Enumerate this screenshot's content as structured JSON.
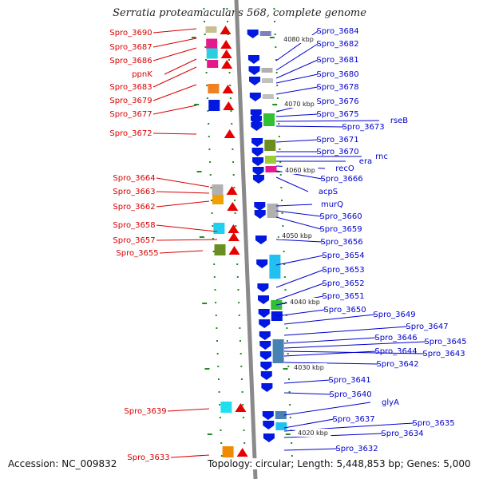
{
  "title": "Serratia proteamaculans 568, complete genome",
  "footer": {
    "accession": "Accession: NC_009832",
    "topology": "Topology: circular; Length: 5,448,853 bp; Genes: 5,000"
  },
  "colors": {
    "backbone": "#8a8a8a",
    "forward_strand": "#e80000",
    "reverse_strand": "#0018e0",
    "left_label": "#d80000",
    "right_label": "#0000cc",
    "tick": "#228b22"
  },
  "kbp_markers": [
    "4080 kbp",
    "4070 kbp",
    "4060 kbp",
    "4050 kbp",
    "4040 kbp",
    "4030 kbp",
    "4020 kbp"
  ],
  "left_genes": [
    "Spro_3690",
    "Spro_3687",
    "Spro_3686",
    "ppnK",
    "Spro_3683",
    "Spro_3679",
    "Spro_3677",
    "Spro_3672",
    "Spro_3664",
    "Spro_3663",
    "Spro_3662",
    "Spro_3658",
    "Spro_3657",
    "Spro_3655",
    "Spro_3639",
    "Spro_3633"
  ],
  "right_genes": [
    "Spro_3684",
    "Spro_3682",
    "Spro_3681",
    "Spro_3680",
    "Spro_3678",
    "Spro_3676",
    "Spro_3675",
    "rseB",
    "Spro_3673",
    "Spro_3671",
    "Spro_3670",
    "rnc",
    "era",
    "recO",
    "Spro_3666",
    "acpS",
    "murQ",
    "Spro_3660",
    "Spro_3659",
    "Spro_3656",
    "Spro_3654",
    "Spro_3653",
    "Spro_3652",
    "Spro_3651",
    "Spro_3650",
    "Spro_3649",
    "Spro_3647",
    "Spro_3646",
    "Spro_3645",
    "Spro_3643",
    "Spro_3644",
    "Spro_3642",
    "Spro_3641",
    "Spro_3640",
    "glyA",
    "Spro_3637",
    "Spro_3635",
    "Spro_3634",
    "Spro_3632"
  ]
}
